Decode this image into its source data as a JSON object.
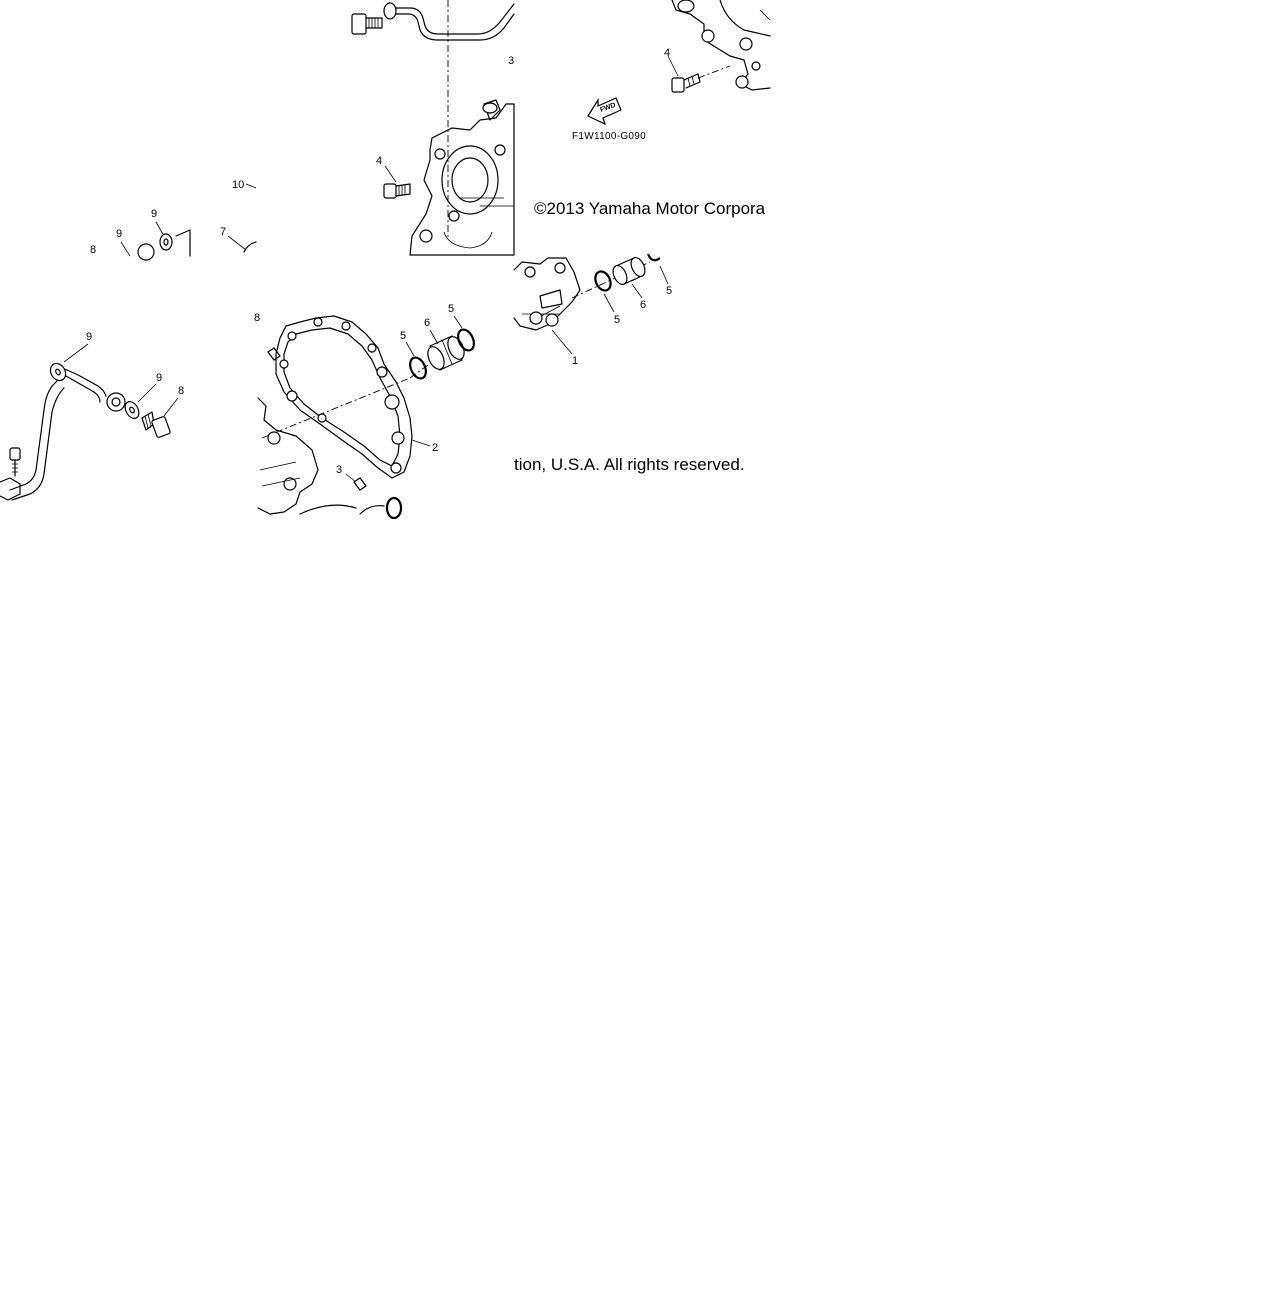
{
  "diagram": {
    "figure_code": "F1W1100-G090",
    "fwd_label": "FWD",
    "copyright_part1": "©2013 Yamaha Motor Corpora",
    "copyright_part2": "tion, U.S.A. All rights reserved.",
    "callouts": {
      "c3_top": "3",
      "c4_right": "4",
      "c4_mid": "4",
      "c10": "10",
      "c9_a": "9",
      "c9_b": "9",
      "c8_a": "8",
      "c7": "7",
      "c5_r1": "5",
      "c6_r": "6",
      "c5_r2": "5",
      "c1": "1",
      "c9_c": "9",
      "c9_d": "9",
      "c8_b": "8",
      "c8_c": "8",
      "c5_a": "5",
      "c6_a": "6",
      "c5_b": "5",
      "c2": "2",
      "c3_bot": "3"
    }
  }
}
